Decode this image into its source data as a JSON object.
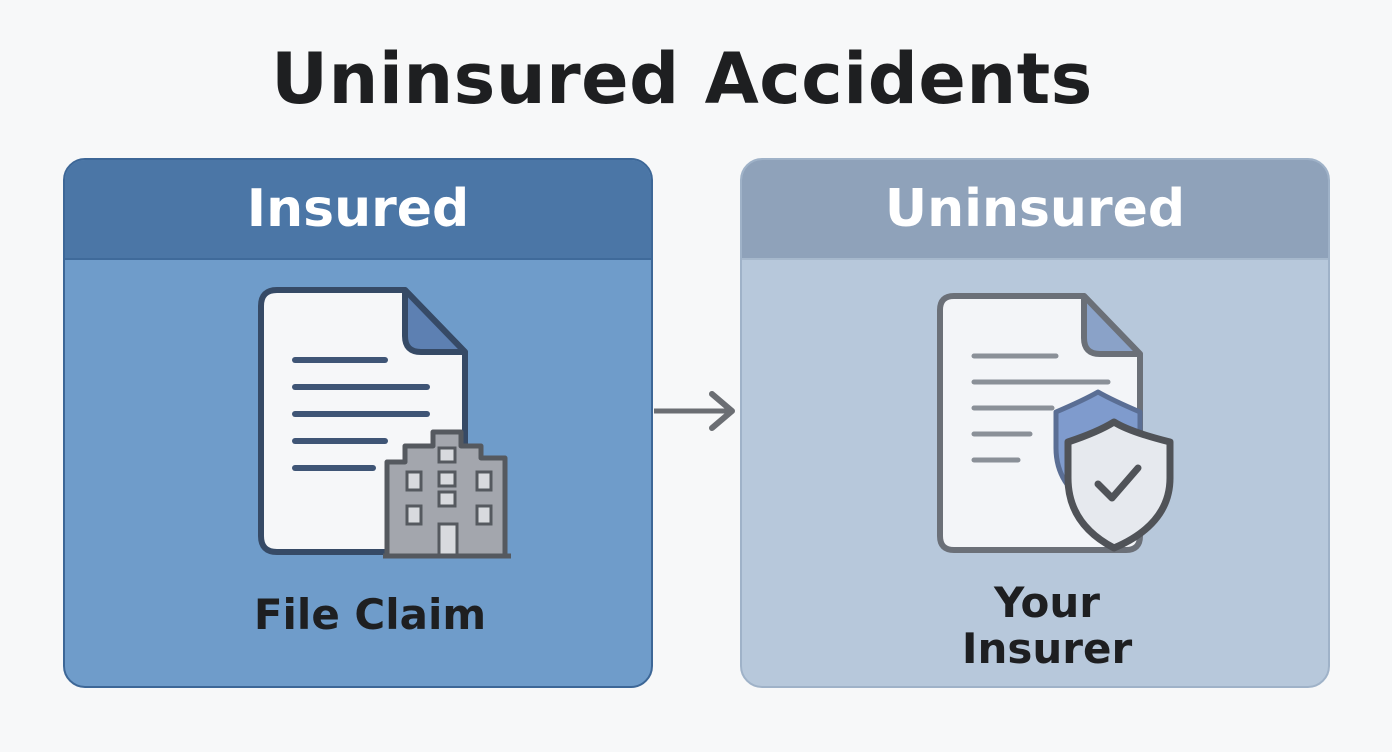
{
  "title": "Uninsured Accidents",
  "panels": [
    {
      "header": "Insured",
      "label": "File Claim",
      "icon": "document-with-building-icon",
      "color": "#6f9cca",
      "header_color": "#4b76a6"
    },
    {
      "header": "Uninsured",
      "label_line1": "Your",
      "label_line2": "Insurer",
      "icon": "document-with-shields-icon",
      "color": "#b7c8db",
      "header_color": "#8fa2ba"
    }
  ],
  "connector": "arrow-right-icon"
}
